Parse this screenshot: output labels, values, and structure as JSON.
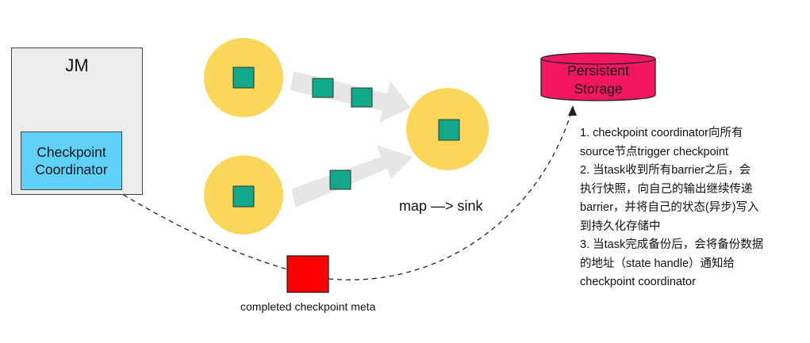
{
  "jm": {
    "title": "JM",
    "coordinator_line1": "Checkpoint",
    "coordinator_line2": "Coordinator"
  },
  "storage": {
    "line1": "Persistent",
    "line2": "Storage"
  },
  "operator_label": "map —> sink",
  "meta_label": "completed checkpoint meta",
  "notes": [
    "1. checkpoint coordinator向所有",
    "source节点trigger checkpoint",
    "2. 当task收到所有barrier之后，会",
    "执行快照，向自己的输出继续传递",
    "barrier，并将自己的状态(异步)写入",
    "到持久化存储中",
    "3. 当task完成备份后，会将备份数据",
    "的地址（state handle）通知给",
    "checkpoint coordinator"
  ],
  "colors": {
    "node": "#fad65a",
    "barrier": "#12a98a",
    "meta_block": "#ff0000",
    "storage": "#f2175f",
    "coordinator": "#5fd2fb",
    "jm_box": "#ececec",
    "flow_arrow": "#e6e6e6"
  }
}
